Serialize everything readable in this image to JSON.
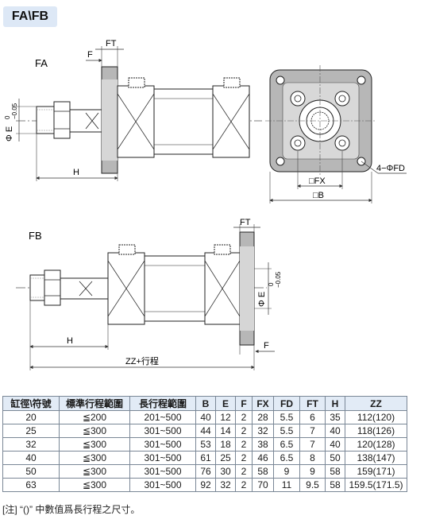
{
  "header": {
    "title": "FA\\FB"
  },
  "fa": {
    "label": "FA",
    "dim_ft": "FT",
    "dim_f": "F",
    "dim_h": "H",
    "dim_e": "Φ E",
    "tol_top": "0",
    "tol_bottom": "−0.05",
    "dim_fx": "□FX",
    "dim_b": "□B",
    "dim_fd": "4−ΦFD"
  },
  "fb": {
    "label": "FB",
    "dim_ft": "FT",
    "dim_f": "F",
    "dim_h": "H",
    "dim_e": "Φ E",
    "tol_top": "0",
    "tol_bottom": "−0.05",
    "dim_zz": "ZZ+行程"
  },
  "table": {
    "headers": [
      "缸徑\\符號",
      "標準行程範圍",
      "長行程範圍",
      "B",
      "E",
      "F",
      "FX",
      "FD",
      "FT",
      "H",
      "ZZ"
    ],
    "rows": [
      [
        "20",
        "≦200",
        "201~500",
        "40",
        "12",
        "2",
        "28",
        "5.5",
        "6",
        "35",
        "112(120)"
      ],
      [
        "25",
        "≦300",
        "301~500",
        "44",
        "14",
        "2",
        "32",
        "5.5",
        "7",
        "40",
        "118(126)"
      ],
      [
        "32",
        "≦300",
        "301~500",
        "53",
        "18",
        "2",
        "38",
        "6.5",
        "7",
        "40",
        "120(128)"
      ],
      [
        "40",
        "≦300",
        "301~500",
        "61",
        "25",
        "2",
        "46",
        "6.5",
        "8",
        "50",
        "138(147)"
      ],
      [
        "50",
        "≦300",
        "301~500",
        "76",
        "30",
        "2",
        "58",
        "9",
        "9",
        "58",
        "159(171)"
      ],
      [
        "63",
        "≦300",
        "301~500",
        "92",
        "32",
        "2",
        "70",
        "11",
        "9.5",
        "58",
        "159.5(171.5)"
      ]
    ]
  },
  "note": "[注] “()” 中數值爲長行程之尺寸。"
}
